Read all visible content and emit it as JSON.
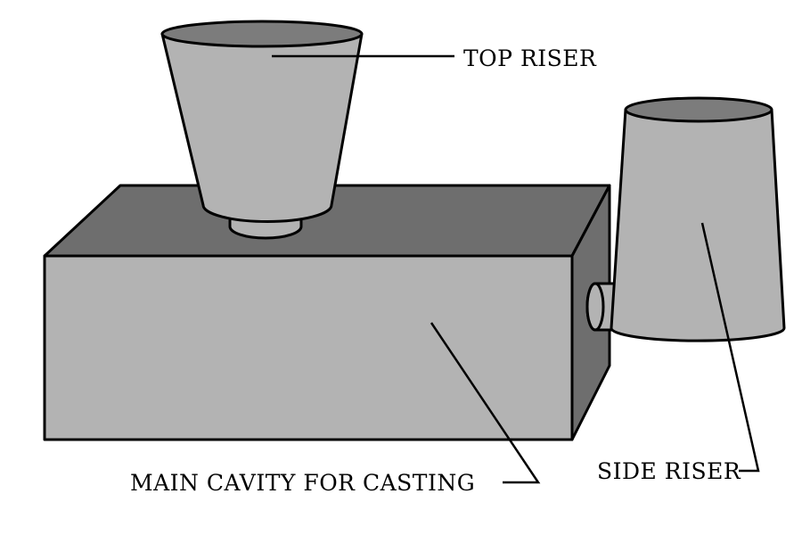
{
  "labels": {
    "top_riser": "TOP RISER",
    "side_riser": "SIDE RISER",
    "main_cavity": "MAIN CAVITY FOR CASTING"
  },
  "colors": {
    "background": "#ffffff",
    "light_gray": "#b3b3b3",
    "dark_gray": "#6e6e6e",
    "mid_gray": "#7c7c7c",
    "outline": "#000000"
  }
}
